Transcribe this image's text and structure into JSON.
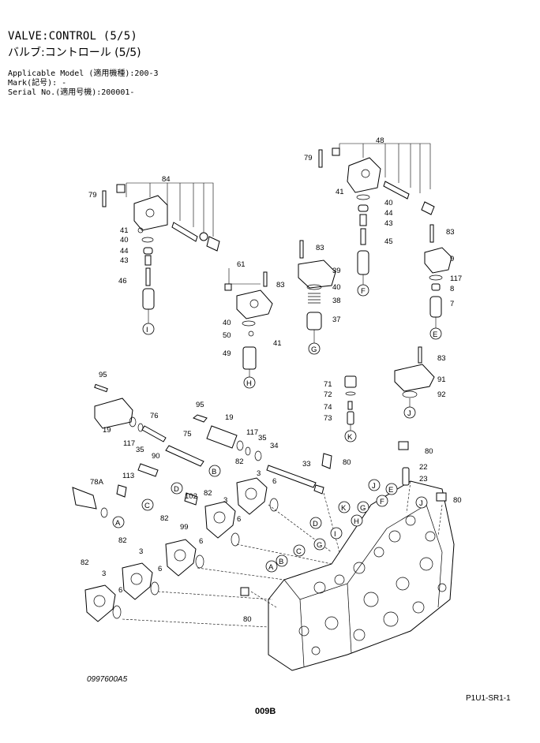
{
  "header": {
    "title_en": "VALVE:CONTROL (5/5)",
    "title_jp": "バルブ:コントロール (5/5)",
    "applicable_model": "Applicable Model (適用機種):200-3",
    "mark": "Mark(記号): -",
    "serial_no": "Serial No.(適用号機):200001-"
  },
  "footer": {
    "drawing_code": "0997600A5",
    "page_number": "009B",
    "page_ref": "P1U1-SR1-1"
  },
  "part_labels": {
    "p95a": "95",
    "p19a": "19",
    "p117a": "117",
    "p35a": "35",
    "p76": "76",
    "p95b": "95",
    "p19b": "19",
    "p117b": "117",
    "p35b": "35",
    "p34": "34",
    "p75": "75",
    "p90": "90",
    "p113": "113",
    "p78A": "78A",
    "p82a": "82",
    "p3a": "3",
    "p6a": "6",
    "p33": "33",
    "p80a": "80",
    "p82b": "82",
    "p102": "102",
    "p3b": "3",
    "p99": "99",
    "p82c": "82",
    "p6b": "6",
    "p82d": "82",
    "p3c": "3",
    "p6c": "6",
    "p82e": "82",
    "p3d": "3",
    "p6d": "6",
    "p6e": "6",
    "p80b": "80",
    "p80c": "80",
    "p22": "22",
    "p23": "23",
    "p80d": "80",
    "p84": "84",
    "p79a": "79",
    "p41a": "41",
    "p40a": "40",
    "p44a": "44",
    "p43a": "43",
    "p46": "46",
    "p61": "61",
    "p83a": "83",
    "p40b": "40",
    "p50": "50",
    "p41b": "41",
    "p49": "49",
    "p83b": "83",
    "p39": "39",
    "p40c": "40",
    "p38": "38",
    "p37": "37",
    "p48": "48",
    "p79b": "79",
    "p41c": "41",
    "p40d": "40",
    "p44b": "44",
    "p43b": "43",
    "p45": "45",
    "p83c": "83",
    "p9": "9",
    "p117c": "117",
    "p8": "8",
    "p7": "7",
    "p83d": "83",
    "p91": "91",
    "p92": "92",
    "p71": "71",
    "p72": "72",
    "p74": "74",
    "p73": "73"
  },
  "callouts": {
    "A": "A",
    "B": "B",
    "C": "C",
    "D": "D",
    "E": "E",
    "F": "F",
    "G": "G",
    "H": "H",
    "I": "I",
    "J": "J",
    "K": "K"
  }
}
